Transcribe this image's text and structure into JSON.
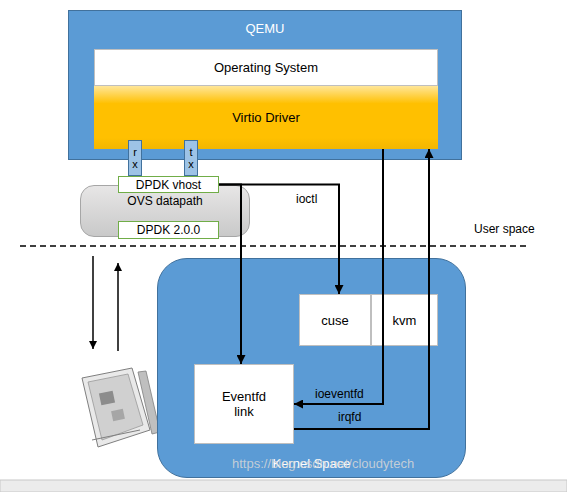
{
  "diagram": {
    "nodes": [
      {
        "text": [
          "QEMU"
        ]
      },
      {
        "text": [
          "Operating System"
        ],
        "in": 0
      },
      {
        "text": [
          "Virtio Driver"
        ],
        "in": 0
      },
      {
        "text": [
          "rx"
        ]
      },
      {
        "text": [
          "tx"
        ]
      },
      {
        "text": [
          "OVS datapath"
        ]
      },
      {
        "text": [
          "DPDK vhost"
        ],
        "in": 5
      },
      {
        "text": [
          "DPDK 2.0.0"
        ],
        "in": 5
      },
      {
        "text": [
          "Kernel Space"
        ]
      },
      {
        "text": [
          "cuse"
        ],
        "in": 8
      },
      {
        "text": [
          "kvm"
        ],
        "in": 8
      },
      {
        "text": [
          "Eventfd link"
        ],
        "in": 8
      }
    ],
    "edges": [
      {
        "from": 6,
        "to": 9,
        "label": "ioctl",
        "arrow": "to"
      },
      {
        "from": 6,
        "to": 11,
        "arrow": "to"
      },
      {
        "from": 2,
        "to": 11,
        "label": "ioeventfd",
        "arrow": "to"
      },
      {
        "from": 11,
        "to": 2,
        "label": "irqfd",
        "arrow": "to"
      }
    ],
    "labels": [
      "User space",
      "https://blog.csdn.net/cloudytech"
    ]
  }
}
